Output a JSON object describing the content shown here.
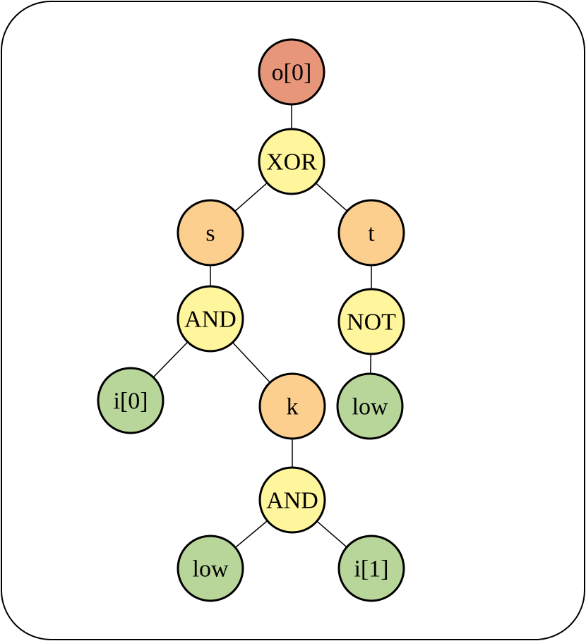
{
  "colors": {
    "output": "#E8967A",
    "gate": "#FFF59C",
    "wire": "#FCCF8F",
    "input": "#B8D69A",
    "stroke": "#000000"
  },
  "nodes": [
    {
      "id": "o0",
      "label": "o[0]",
      "kind": "output"
    },
    {
      "id": "xor",
      "label": "XOR",
      "kind": "gate"
    },
    {
      "id": "s",
      "label": "s",
      "kind": "wire"
    },
    {
      "id": "t",
      "label": "t",
      "kind": "wire"
    },
    {
      "id": "and1",
      "label": "AND",
      "kind": "gate"
    },
    {
      "id": "not",
      "label": "NOT",
      "kind": "gate"
    },
    {
      "id": "i0",
      "label": "i[0]",
      "kind": "input"
    },
    {
      "id": "k",
      "label": "k",
      "kind": "wire"
    },
    {
      "id": "low1",
      "label": "low",
      "kind": "input"
    },
    {
      "id": "and2",
      "label": "AND",
      "kind": "gate"
    },
    {
      "id": "low2",
      "label": "low",
      "kind": "input"
    },
    {
      "id": "i1",
      "label": "i[1]",
      "kind": "input"
    }
  ],
  "edges": [
    [
      "o0",
      "xor"
    ],
    [
      "xor",
      "s"
    ],
    [
      "xor",
      "t"
    ],
    [
      "s",
      "and1"
    ],
    [
      "t",
      "not"
    ],
    [
      "and1",
      "i0"
    ],
    [
      "and1",
      "k"
    ],
    [
      "not",
      "low1"
    ],
    [
      "k",
      "and2"
    ],
    [
      "and2",
      "low2"
    ],
    [
      "and2",
      "i1"
    ]
  ]
}
